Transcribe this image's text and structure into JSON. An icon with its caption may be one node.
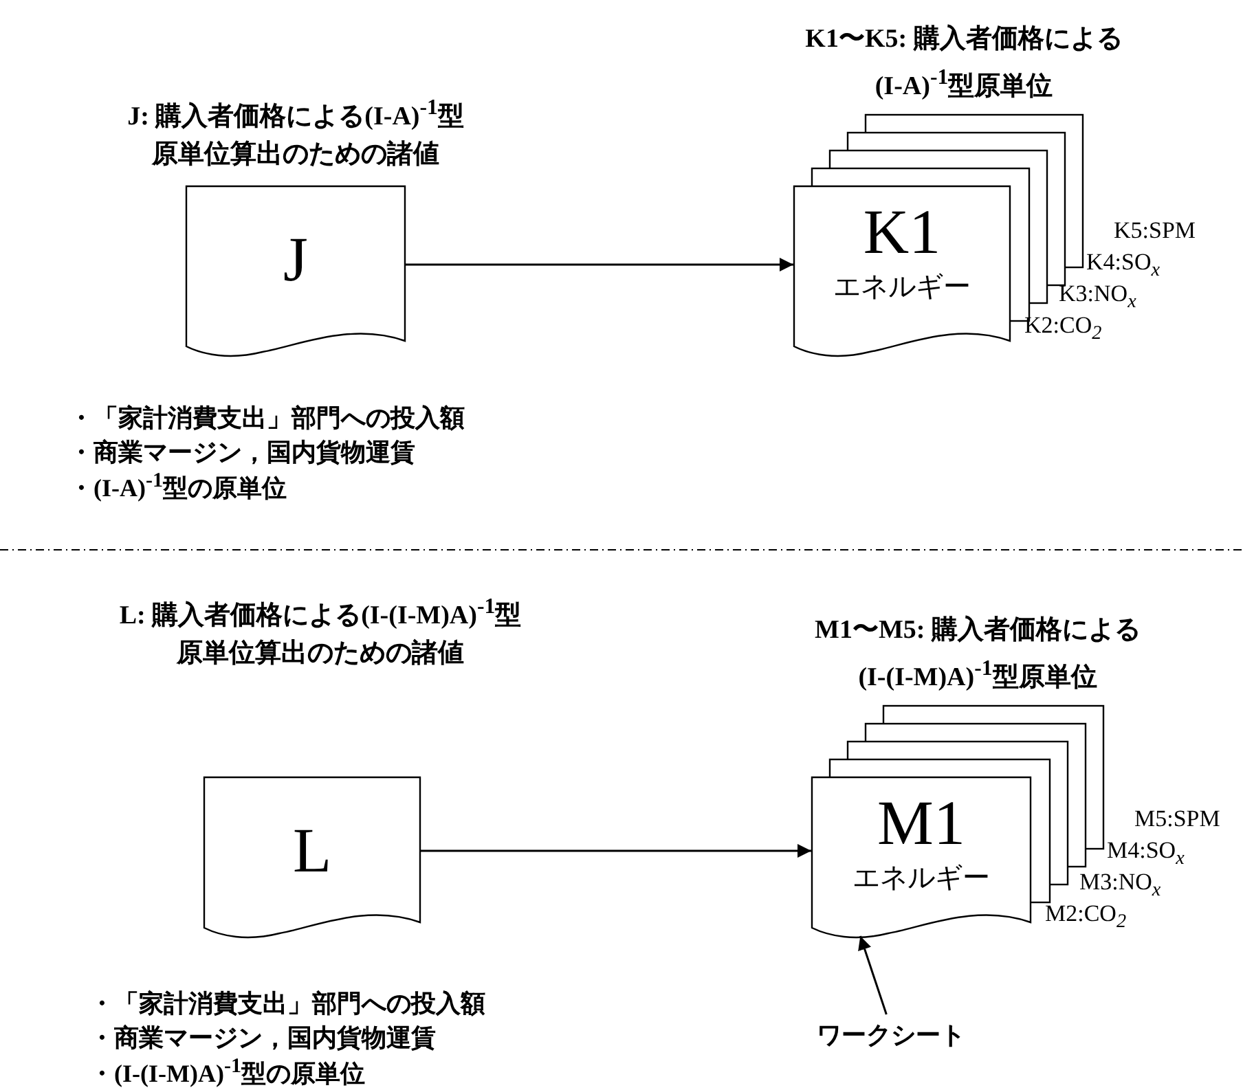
{
  "diagram": {
    "nodes": [
      {
        "text": [
          "J: 購入者価格による(I-A)$^{-1}$型原単位算出のための諸値",
          "J"
        ],
        "beside": [
          "・「家計消費支出」部門への投入額",
          "・商業マージン，国内貨物運賃",
          "・(I-A)$^{-1}$型の原単位"
        ]
      },
      {
        "text": [
          "K1〜K5: 購入者価格による(I-A)$^{-1}$型原単位",
          "K1",
          "エネルギー"
        ],
        "beside": [
          "K5:SPM",
          "K4:SO$_{x}$",
          "K3:NO$_{x}$",
          "K2:CO$_{2}$"
        ]
      },
      {
        "text": [
          "L: 購入者価格による(I-(I-M)A)$^{-1}$型原単位算出のための諸値",
          "L"
        ],
        "beside": [
          "・「家計消費支出」部門への投入額",
          "・商業マージン，国内貨物運賃",
          "・(I-(I-M)A)$^{-1}$型の原単位"
        ]
      },
      {
        "text": [
          "M1〜M5: 購入者価格による(I-(I-M)A)$^{-1}$型原単位",
          "M1",
          "エネルギー"
        ],
        "beside": [
          "M5:SPM",
          "M4:SO$_{x}$",
          "M3:NO$_{x}$",
          "M2:CO$_{2}$"
        ]
      },
      {
        "text": [
          "ワークシート"
        ]
      }
    ],
    "edges": [
      {
        "from": 0,
        "to": 1,
        "arrow": "to"
      },
      {
        "from": 2,
        "to": 3,
        "arrow": "to"
      },
      {
        "from": 4,
        "to": 3,
        "arrow": "to"
      }
    ]
  }
}
